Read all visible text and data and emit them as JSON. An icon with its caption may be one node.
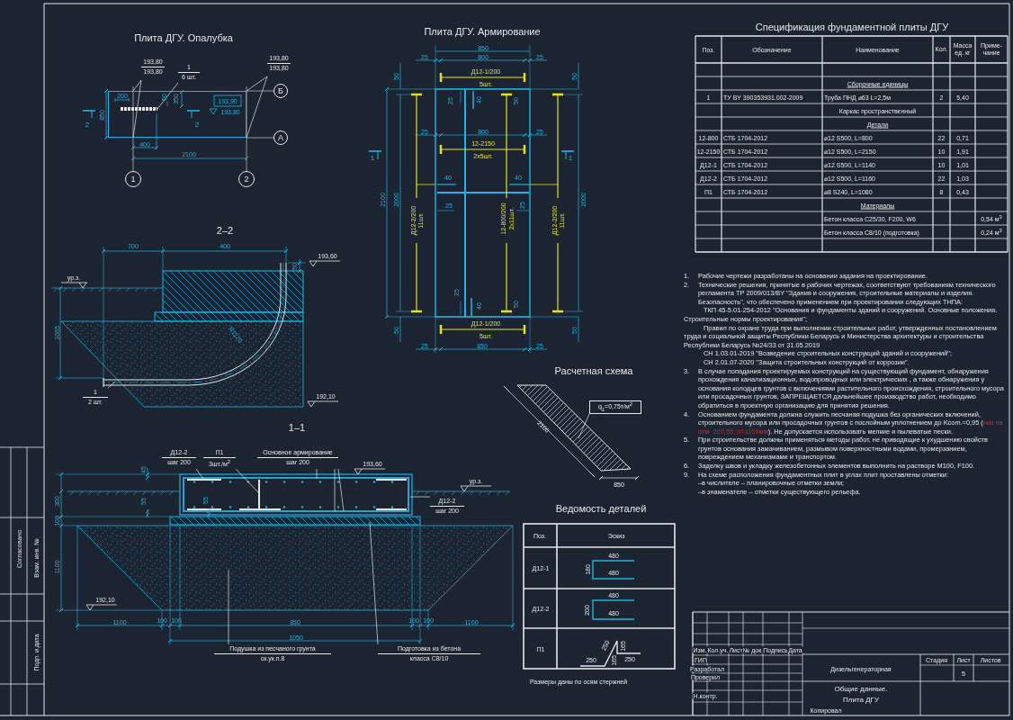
{
  "diagram": {
    "nodes": [
      {
        "text": [
          "193,80",
          "193,80"
        ]
      },
      {
        "text": [
          "1",
          "6 шт."
        ]
      },
      {
        "text": [
          "193,80",
          "193,80"
        ]
      },
      {
        "text": [
          "Б"
        ]
      },
      {
        "text": [
          "А"
        ]
      },
      {
        "text": [
          "1"
        ]
      },
      {
        "text": [
          "2"
        ]
      },
      {
        "text": [
          "1",
          "2 шт."
        ]
      },
      {
        "text": [
          "Д12-2",
          "шаг 200"
        ]
      },
      {
        "text": [
          "П1",
          "3шт./м$^{2}$"
        ]
      },
      {
        "text": [
          "Основное армирование",
          "шаг 200"
        ]
      },
      {
        "text": [
          "Д12-2",
          "шаг 200"
        ]
      },
      {
        "text": [
          "Подушка из песчаного грунта",
          "ск.ук.п.8"
        ]
      },
      {
        "text": [
          "Подготовка из бетона",
          "класса С8/10"
        ]
      },
      {
        "text": [
          "q$_{1}$=0,75т/м$^{2}$"
        ]
      },
      {
        "text": [],
        "shape": "box"
      },
      {
        "text": [],
        "shape": "bar",
        "in": 15
      }
    ],
    "edges": [
      {
        "from": 0,
        "to": 15,
        "arrow": "none"
      },
      {
        "from": 0,
        "to": 15,
        "arrow": "none"
      },
      {
        "from": 1,
        "to": 16,
        "arrow": "none"
      },
      {
        "from": 2,
        "to": 15,
        "arrow": "none"
      },
      {
        "from": 2,
        "to": 15,
        "arrow": "none"
      },
      {
        "from": 7,
        "to": null,
        "arrow": "none"
      },
      {
        "from": 8,
        "to": null,
        "arrow": "none"
      },
      {
        "from": 9,
        "to": null,
        "arrow": "none"
      },
      {
        "from": 10,
        "to": null,
        "arrow": "none"
      },
      {
        "from": 10,
        "to": null,
        "arrow": "none"
      },
      {
        "from": 10,
        "to": null,
        "arrow": "none"
      },
      {
        "from": 11,
        "to": null,
        "arrow": "none"
      },
      {
        "from": 12,
        "to": null,
        "arrow": "none"
      },
      {
        "from": 13,
        "to": null,
        "arrow": "none"
      },
      {
        "from": 14,
        "to": null,
        "arrow": "none"
      }
    ],
    "labels": [
      "Плита ДГУ. Опалубка",
      "200",
      "50",
      "350",
      "850",
      "2",
      "2",
      "193,90",
      "193,80",
      "400",
      "2100",
      "Плита ДГУ. Армирование",
      "850",
      "25",
      "800",
      "25",
      "50",
      "50",
      "Д12-1/200",
      "5шт.",
      "25",
      "40",
      "50",
      "25",
      "800",
      "25",
      "12-2150",
      "2х5шт.",
      "1",
      "40",
      "40",
      "1",
      "25",
      "2100",
      "2000",
      "Д12-2/200",
      "11шт.",
      "12-800/200",
      "2х11шт.",
      "25",
      "2000",
      "Д12-2/200",
      "11шт.",
      "25",
      "40",
      "50",
      "Д12-1/200",
      "5шт.",
      "50",
      "50",
      "25",
      "850",
      "25",
      "2–2",
      "700",
      "400",
      "50",
      "193,60",
      "ур.з.",
      "1065",
      "R1120",
      "192,10",
      "1–1",
      "193,60",
      "45",
      "ур.з.",
      "300",
      "55",
      "55",
      "100",
      "1100",
      "192,10",
      "1100",
      "100",
      "100",
      "850",
      "100",
      "100",
      "1100",
      "1050",
      "Спецификация фундаментной плиты ДГУ",
      "Поз.",
      "Обозначение",
      "Наименование",
      "Кол.",
      "Масса ед. кг",
      "Приме- чание",
      "Сборочные единицы",
      "1",
      "ТУ BY 390353931.002-2009",
      "Труба ПНД ⌀63 L=2,5м",
      "2",
      "5,40",
      "Каркас пространственный",
      "Детали",
      "12-800",
      "СТБ 1704-2012",
      "⌀12 S500, L=800",
      "22",
      "0,71",
      "12-2150",
      "СТБ 1704-2012",
      "⌀12 S500, L=2150",
      "10",
      "1,91",
      "Д12-1",
      "СТБ 1704-2012",
      "⌀12 S500, L=1140",
      "10",
      "1,01",
      "Д12-2",
      "СТБ 1704-2012",
      "⌀12 S500, L=1160",
      "22",
      "1,03",
      "П1",
      "СТБ 1704-2012",
      "⌀8 S240, L=1080",
      "8",
      "0,43",
      "Материалы",
      "Бетон класса С25/30, F200, W6",
      "0,54 м$^{3}$",
      "Бетон класса С8/10 (подготовка)",
      "0,24 м$^{3}$",
      "1.",
      "Рабочие чертежи разработаны на основании задания на проектирование.",
      "2.",
      "Технические решения, принятые в рабочих чертежах, соответствуют требованиям технического регламента ТР 2009/013/BY \"Здания и сооружения, строительные материалы и изделия. Безопасность\", что обеспечено применением при проектировании следующих ТНПА:",
      "ТКП 45-5.01-254-2012 \"Основания и фундаменты зданий и сооружений. Основные положения. Строительные нормы проектирования\";",
      "Правил по охране труда при выполнении строительных работ, утвержденных постановлением труда и социальной защиты Республики Беларусь и Министерства архитектуры и строительства Республики Беларусь №24/33 от 31.05.2019",
      "СН 1.03.01-2019 \"Возведение строительных конструкций зданий и сооружений\";",
      "СН 2.01.07-2020 \"Защита строительных конструкций от коррозии\".",
      "3.",
      "В случае попадания проектируемых конструкций на существующий фундамент, обнаружения прохождения канализационных, водопроводных или электрических , а также обнаружения у основания колодцев грунтов с включениями растительного происхождения, строительного мусора или просадочных грунтов, ЗАПРЕЩАЕТСЯ дальнейшее производство работ, необходимо обратиться в проектную организацию для принятия решения.",
      "4.",
      "Основанием фундамента должна служить песчаная подушка без органических включений, строительного мусора или просадочных грунтов с послойным уплотнением до Kcom.=0,95 (*низ на отм. 207,55; h=1100мм*). Не допускается использовать мелкие и пылеватые пески.",
      "5.",
      "При строительстве должны применяться методы работ, не приводящие к ухудшению свойств грунтов основания замачиванием, размывом поверхностными водами, промерзанием, повреждением механизмами и транспортом.",
      "6.",
      "Заделку швов и укладку железобетонных элементов выполнить на растворе М100, F100.",
      "9.",
      "На схеме расположения фундаментных плит в углах плит проставлены отметки:",
      "–в числителе – планировочные отметки земли;",
      "–в знаменателе – отметки существующего рельефа.",
      "Расчетная схема",
      "2100",
      "850",
      "Ведомость деталей",
      "Поз.",
      "Эскиз",
      "Д12-1",
      "480",
      "180",
      "480",
      "Д12-2",
      "480",
      "200",
      "480",
      "П1",
      "250",
      "165",
      "250",
      "165",
      "250",
      "Размеры даны по осям стержней",
      "Изм.",
      "Кол.уч.",
      "Лист",
      "№ док.",
      "Подпись",
      "Дата",
      "ГИП",
      "Разработал",
      "Проверил",
      "Н.контр.",
      "Дизельгенераторная",
      "Стадия",
      "Лист",
      "Листов",
      "5",
      "Общие данные.",
      "Плита ДГУ",
      "Копировал",
      "Согласовано",
      "Взам. инв. №",
      "Подп. и дата"
    ]
  }
}
